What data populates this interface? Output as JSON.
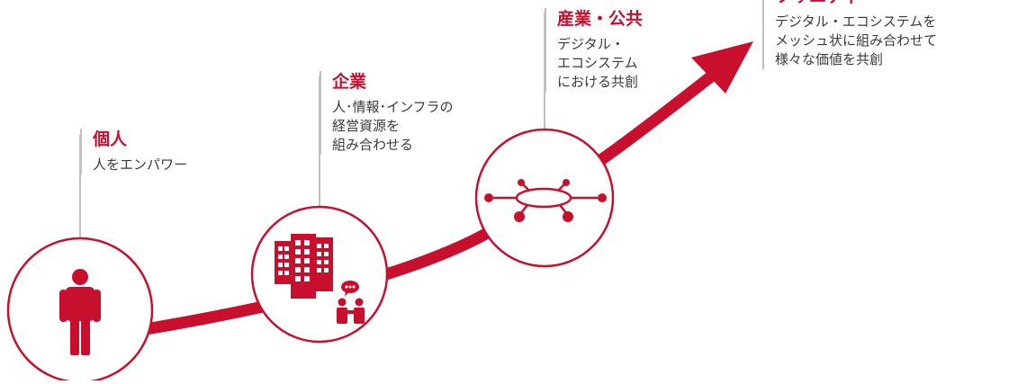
{
  "colors": {
    "accent": "#c8102e",
    "connector": "#c0c0c0",
    "text": "#3a3a3a"
  },
  "stages": [
    {
      "title": "個人",
      "lines": [
        "人をエンパワー"
      ],
      "icon": "person-icon"
    },
    {
      "title": "企業",
      "lines": [
        "人･情報･インフラの",
        "経営資源を",
        "組み合わせる"
      ],
      "icon": "building-meeting-icon"
    },
    {
      "title": "産業・公共",
      "lines": [
        "デジタル・",
        "エコシステム",
        "における共創"
      ],
      "icon": "network-icon"
    },
    {
      "title": "ソサエティ",
      "lines": [
        "デジタル・エコシステムを",
        "メッシュ状に組み合わせて",
        "様々な価値を共創"
      ],
      "icon": ""
    }
  ]
}
